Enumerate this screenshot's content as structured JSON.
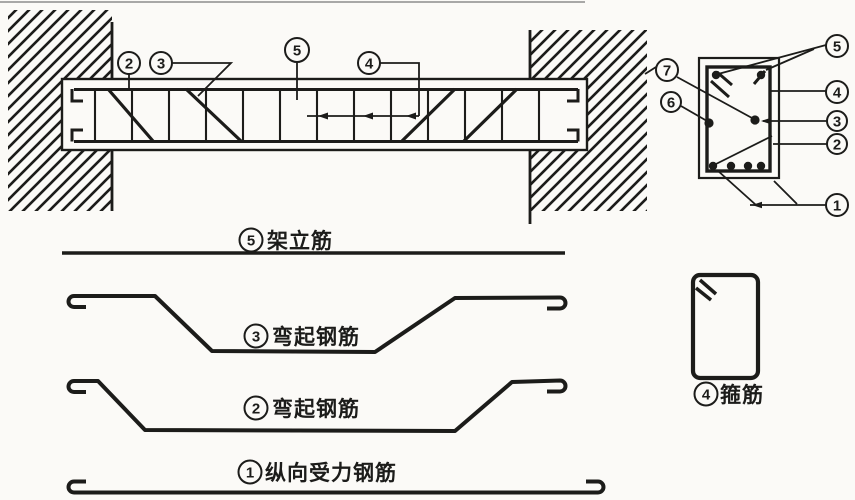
{
  "colors": {
    "ink": "#1c1c1a",
    "paper": "#fbfaf7"
  },
  "callouts": {
    "elevation": [
      {
        "num": "2"
      },
      {
        "num": "3"
      },
      {
        "num": "5"
      },
      {
        "num": "4"
      }
    ],
    "section_right": [
      {
        "num": "5"
      },
      {
        "num": "4"
      },
      {
        "num": "3"
      },
      {
        "num": "2"
      },
      {
        "num": "1"
      }
    ],
    "section_left": [
      {
        "num": "7"
      },
      {
        "num": "6"
      }
    ]
  },
  "parts": [
    {
      "num": "5",
      "label": "架立筋"
    },
    {
      "num": "3",
      "label": "弯起钢筋"
    },
    {
      "num": "2",
      "label": "弯起钢筋"
    },
    {
      "num": "1",
      "label": "纵向受力钢筋"
    },
    {
      "num": "4",
      "label": "箍筋"
    }
  ]
}
